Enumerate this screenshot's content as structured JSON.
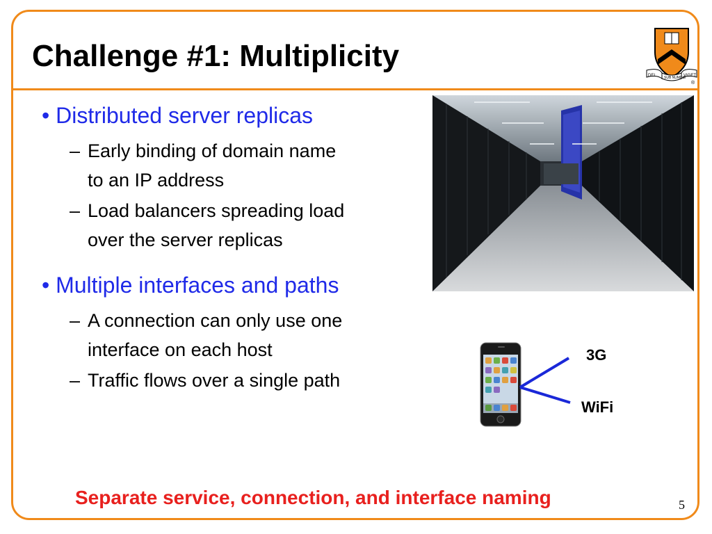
{
  "slide": {
    "title": "Challenge #1: Multiplicity",
    "logo": {
      "icon": "princeton-shield-icon",
      "motto_left": "DEI",
      "motto_mid": "SUB NUMINE",
      "motto_right": "VIGET",
      "registered": "®"
    },
    "bullets": [
      {
        "text": "• Distributed server replicas",
        "subs": [
          {
            "dash": "–",
            "lines": [
              "Early binding of domain name",
              "to an IP address"
            ]
          },
          {
            "dash": "–",
            "lines": [
              "Load balancers spreading load",
              "over the server replicas"
            ]
          }
        ]
      },
      {
        "text": "• Multiple interfaces and paths",
        "subs": [
          {
            "dash": "–",
            "lines": [
              "A connection can only use one",
              "interface on each host"
            ]
          },
          {
            "dash": "–",
            "lines": [
              "Traffic flows over a single path"
            ]
          }
        ]
      }
    ],
    "diagram": {
      "label_3g": "3G",
      "label_wifi": "WiFi"
    },
    "footer": "Separate service, connection, and interface naming",
    "page_number": "5"
  },
  "colors": {
    "frame": "#F08A1A",
    "bullet": "#1F2AE8",
    "footer": "#E8201E",
    "link": "#1A28D8"
  }
}
